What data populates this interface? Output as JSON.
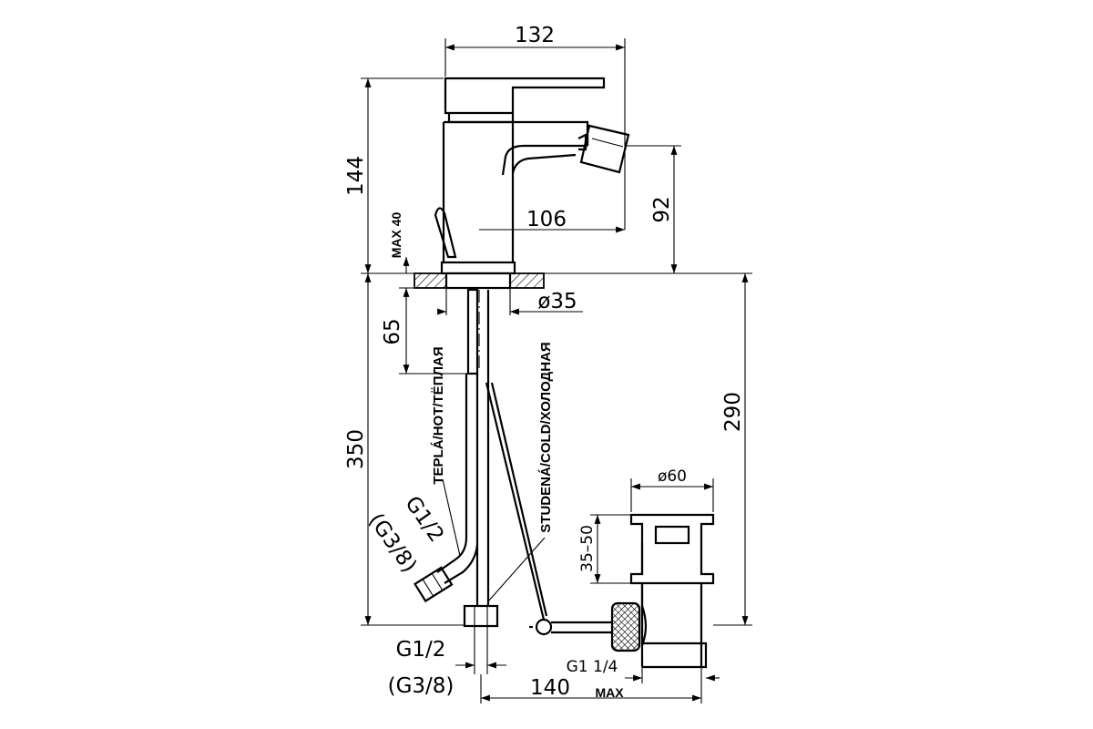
{
  "dimensions": {
    "width_top": "132",
    "height_total": "144",
    "spout_reach": "106",
    "spout_height": "92",
    "max_deck": "MAX 40",
    "deck_hole": "ø35",
    "tail_depth": "65",
    "hose_length": "350",
    "drain_length": "290",
    "drain_diameter": "ø60",
    "drain_adjust": "35–50",
    "hose_thread_left": "G1/2",
    "hose_thread_left_alt": "(G3/8)",
    "hose_thread_bottom": "G1/2",
    "hose_thread_bottom_alt": "(G3/8)",
    "drain_thread": "G1  1/4",
    "rod_length": "140",
    "rod_max": "MAX"
  },
  "labels": {
    "hot": "TEPLÁ/HOT/ТЁПЛАЯ",
    "cold": "STUDENÁ/COLD/ХОЛОДНАЯ"
  }
}
